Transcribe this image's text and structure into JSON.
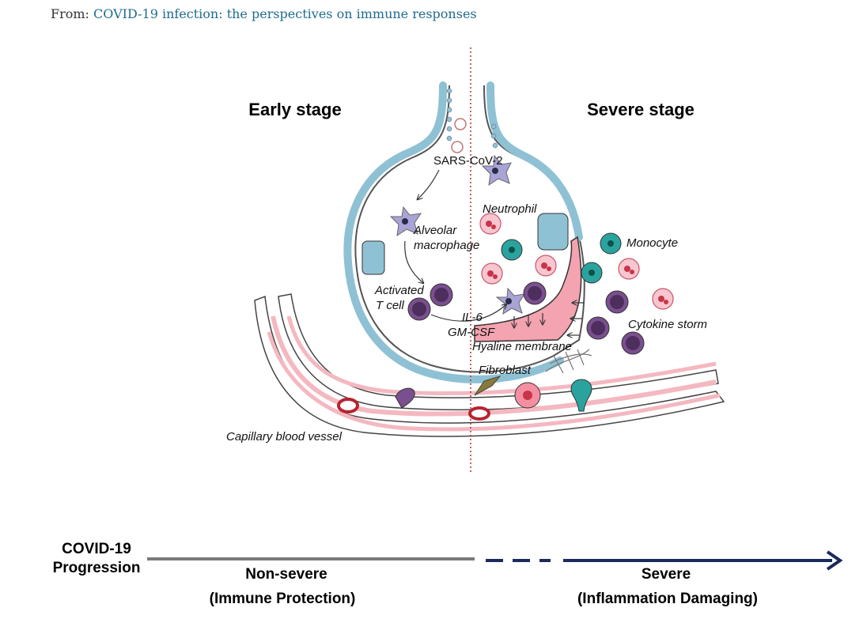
{
  "source": {
    "prefix": "From: ",
    "link_text": "COVID-19 infection: the perspectives on immune responses"
  },
  "diagram": {
    "left_title": "Early stage",
    "right_title": "Severe stage",
    "labels": {
      "sars": "SARS-CoV-2",
      "alveolar_1": "Alveolar",
      "alveolar_2": "macrophage",
      "activated_1": "Activated",
      "activated_2": "T cell",
      "il6": "IL-6",
      "gmcsf": "GM-CSF",
      "neutrophil": "Neutrophil",
      "monocyte": "Monocyte",
      "cytokine": "Cytokine storm",
      "hyaline": "Hyaline membrane",
      "fibroblast": "Fibroblast",
      "capillary": "Capillary blood vessel"
    }
  },
  "progression": {
    "label_1": "COVID-19",
    "label_2": "Progression",
    "nonsevere_1": "Non-severe",
    "nonsevere_2": "(Immune Protection)",
    "severe_1": "Severe",
    "severe_2": "(Inflammation Damaging)"
  },
  "colors": {
    "airway": "#8fc1d4",
    "hyaline": "#f4a3b0",
    "vessel": "#f4b8c0",
    "monocyte": "#2aa39e",
    "tcell": "#7a4f8f",
    "macrophage": "#a9a4d6",
    "arrow_gray": "#7a7a7a",
    "arrow_navy": "#1b2a5c"
  }
}
